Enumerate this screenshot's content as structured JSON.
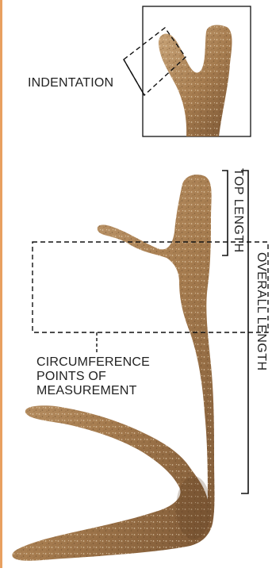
{
  "labels": {
    "indentation": "INDENTATION",
    "circumference": "CIRCUMFERENCE",
    "points_of": "POINTS OF",
    "measurement": "MEASUREMENT",
    "top_length": "TOP LENGTH",
    "overall_length": "OVERALL LENGTH"
  },
  "colors": {
    "accent_edge": "#e8a060",
    "antler_base": "#a67c4f",
    "antler_light": "#c9a57a",
    "antler_dark": "#6e4d2e",
    "line": "#111111"
  }
}
